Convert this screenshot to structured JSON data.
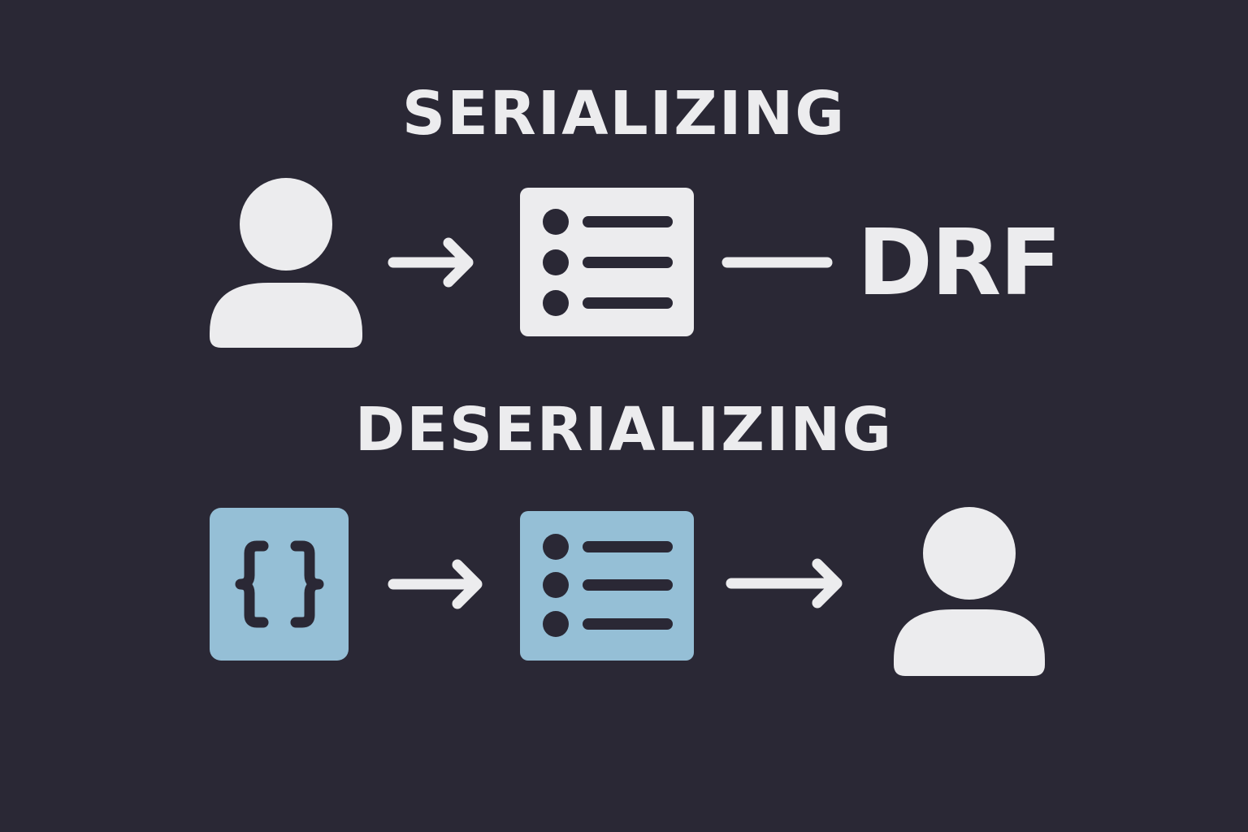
{
  "diagram": {
    "serializing_title": "SERIALIZING",
    "deserializing_title": "DESERIALIZING",
    "drf_label": "DRF",
    "colors": {
      "background": "#2a2835",
      "light": "#ececee",
      "accent": "#95bfd6"
    },
    "icons": {
      "serial_source": "user-icon",
      "serial_serializer": "list-icon",
      "deserial_source": "json-braces-icon",
      "deserial_serializer": "list-icon",
      "deserial_target": "user-icon"
    }
  }
}
